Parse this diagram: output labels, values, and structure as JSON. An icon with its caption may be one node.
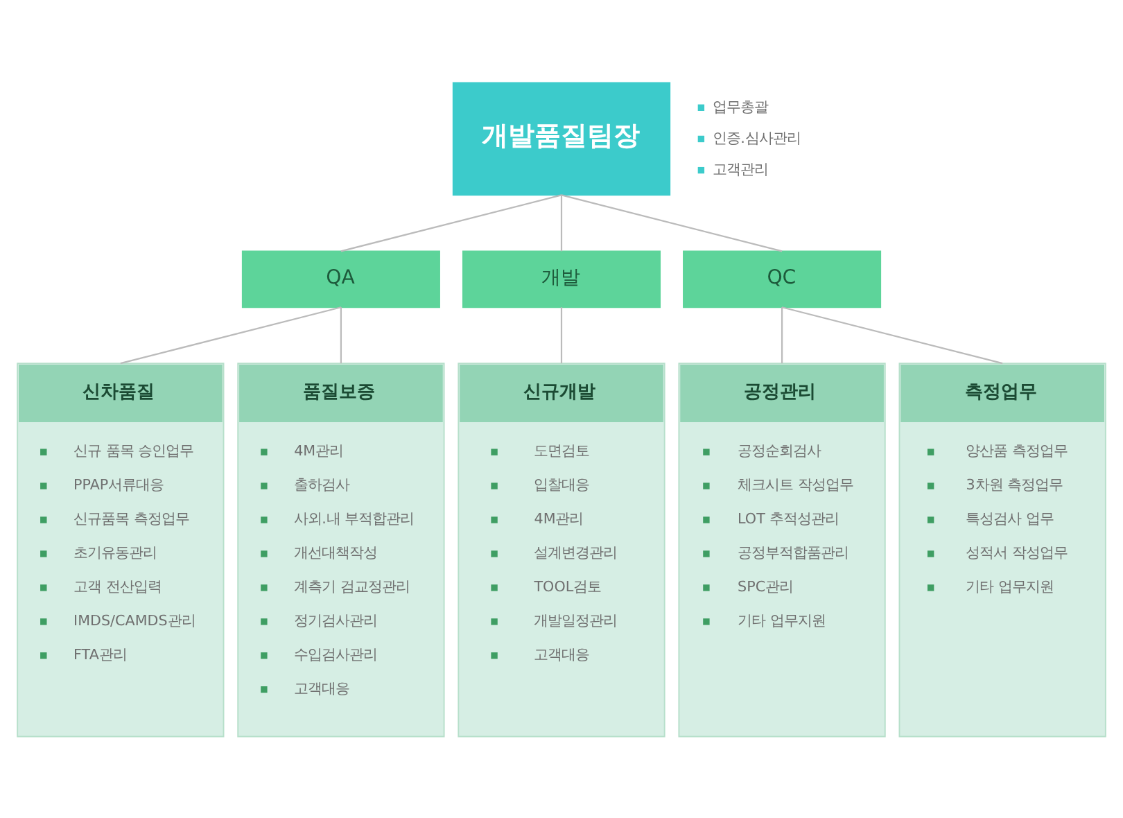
{
  "diagram": {
    "nodes": [
      {
        "text": [
          "개발품질팀장"
        ],
        "beside": [
          "업무총괄",
          "인증.심사관리",
          "고객관리"
        ]
      },
      {
        "text": [
          "QA"
        ]
      },
      {
        "text": [
          "개발"
        ]
      },
      {
        "text": [
          "QC"
        ]
      },
      {
        "text": [
          "신차품질",
          "신규 품목 승인업무",
          "PPAP서류대응",
          "신규품목 측정업무",
          "초기유동관리",
          "고객 전산입력",
          "IMDS/CAMDS관리",
          "FTA관리"
        ]
      },
      {
        "text": [
          "품질보증",
          "4M관리",
          "출하검사",
          "사외.내 부적합관리",
          "개선대책작성",
          "계측기 검교정관리",
          "정기검사관리",
          "수입검사관리",
          "고객대응"
        ]
      },
      {
        "text": [
          "신규개발",
          "도면검토",
          "입찰대응",
          "4M관리",
          "설계변경관리",
          "TOOL검토",
          "개발일정관리",
          "고객대응"
        ]
      },
      {
        "text": [
          "공정관리",
          "공정순회검사",
          "체크시트 작성업무",
          "LOT 추적성관리",
          "공정부적합품관리",
          "SPC관리",
          "기타 업무지원"
        ]
      },
      {
        "text": [
          "측정업무",
          "양산품 측정업무",
          "3차원 측정업무",
          "특성검사 업무",
          "성적서 작성업무",
          "기타 업무지원"
        ]
      }
    ],
    "edges": [
      {
        "from": 0,
        "to": 1,
        "arrow": "none"
      },
      {
        "from": 0,
        "to": 2,
        "arrow": "none"
      },
      {
        "from": 0,
        "to": 3,
        "arrow": "none"
      },
      {
        "from": 1,
        "to": 4,
        "arrow": "none"
      },
      {
        "from": 1,
        "to": 5,
        "arrow": "none"
      },
      {
        "from": 2,
        "to": 6,
        "arrow": "none"
      },
      {
        "from": 3,
        "to": 7,
        "arrow": "none"
      },
      {
        "from": 3,
        "to": 8,
        "arrow": "none"
      }
    ]
  }
}
